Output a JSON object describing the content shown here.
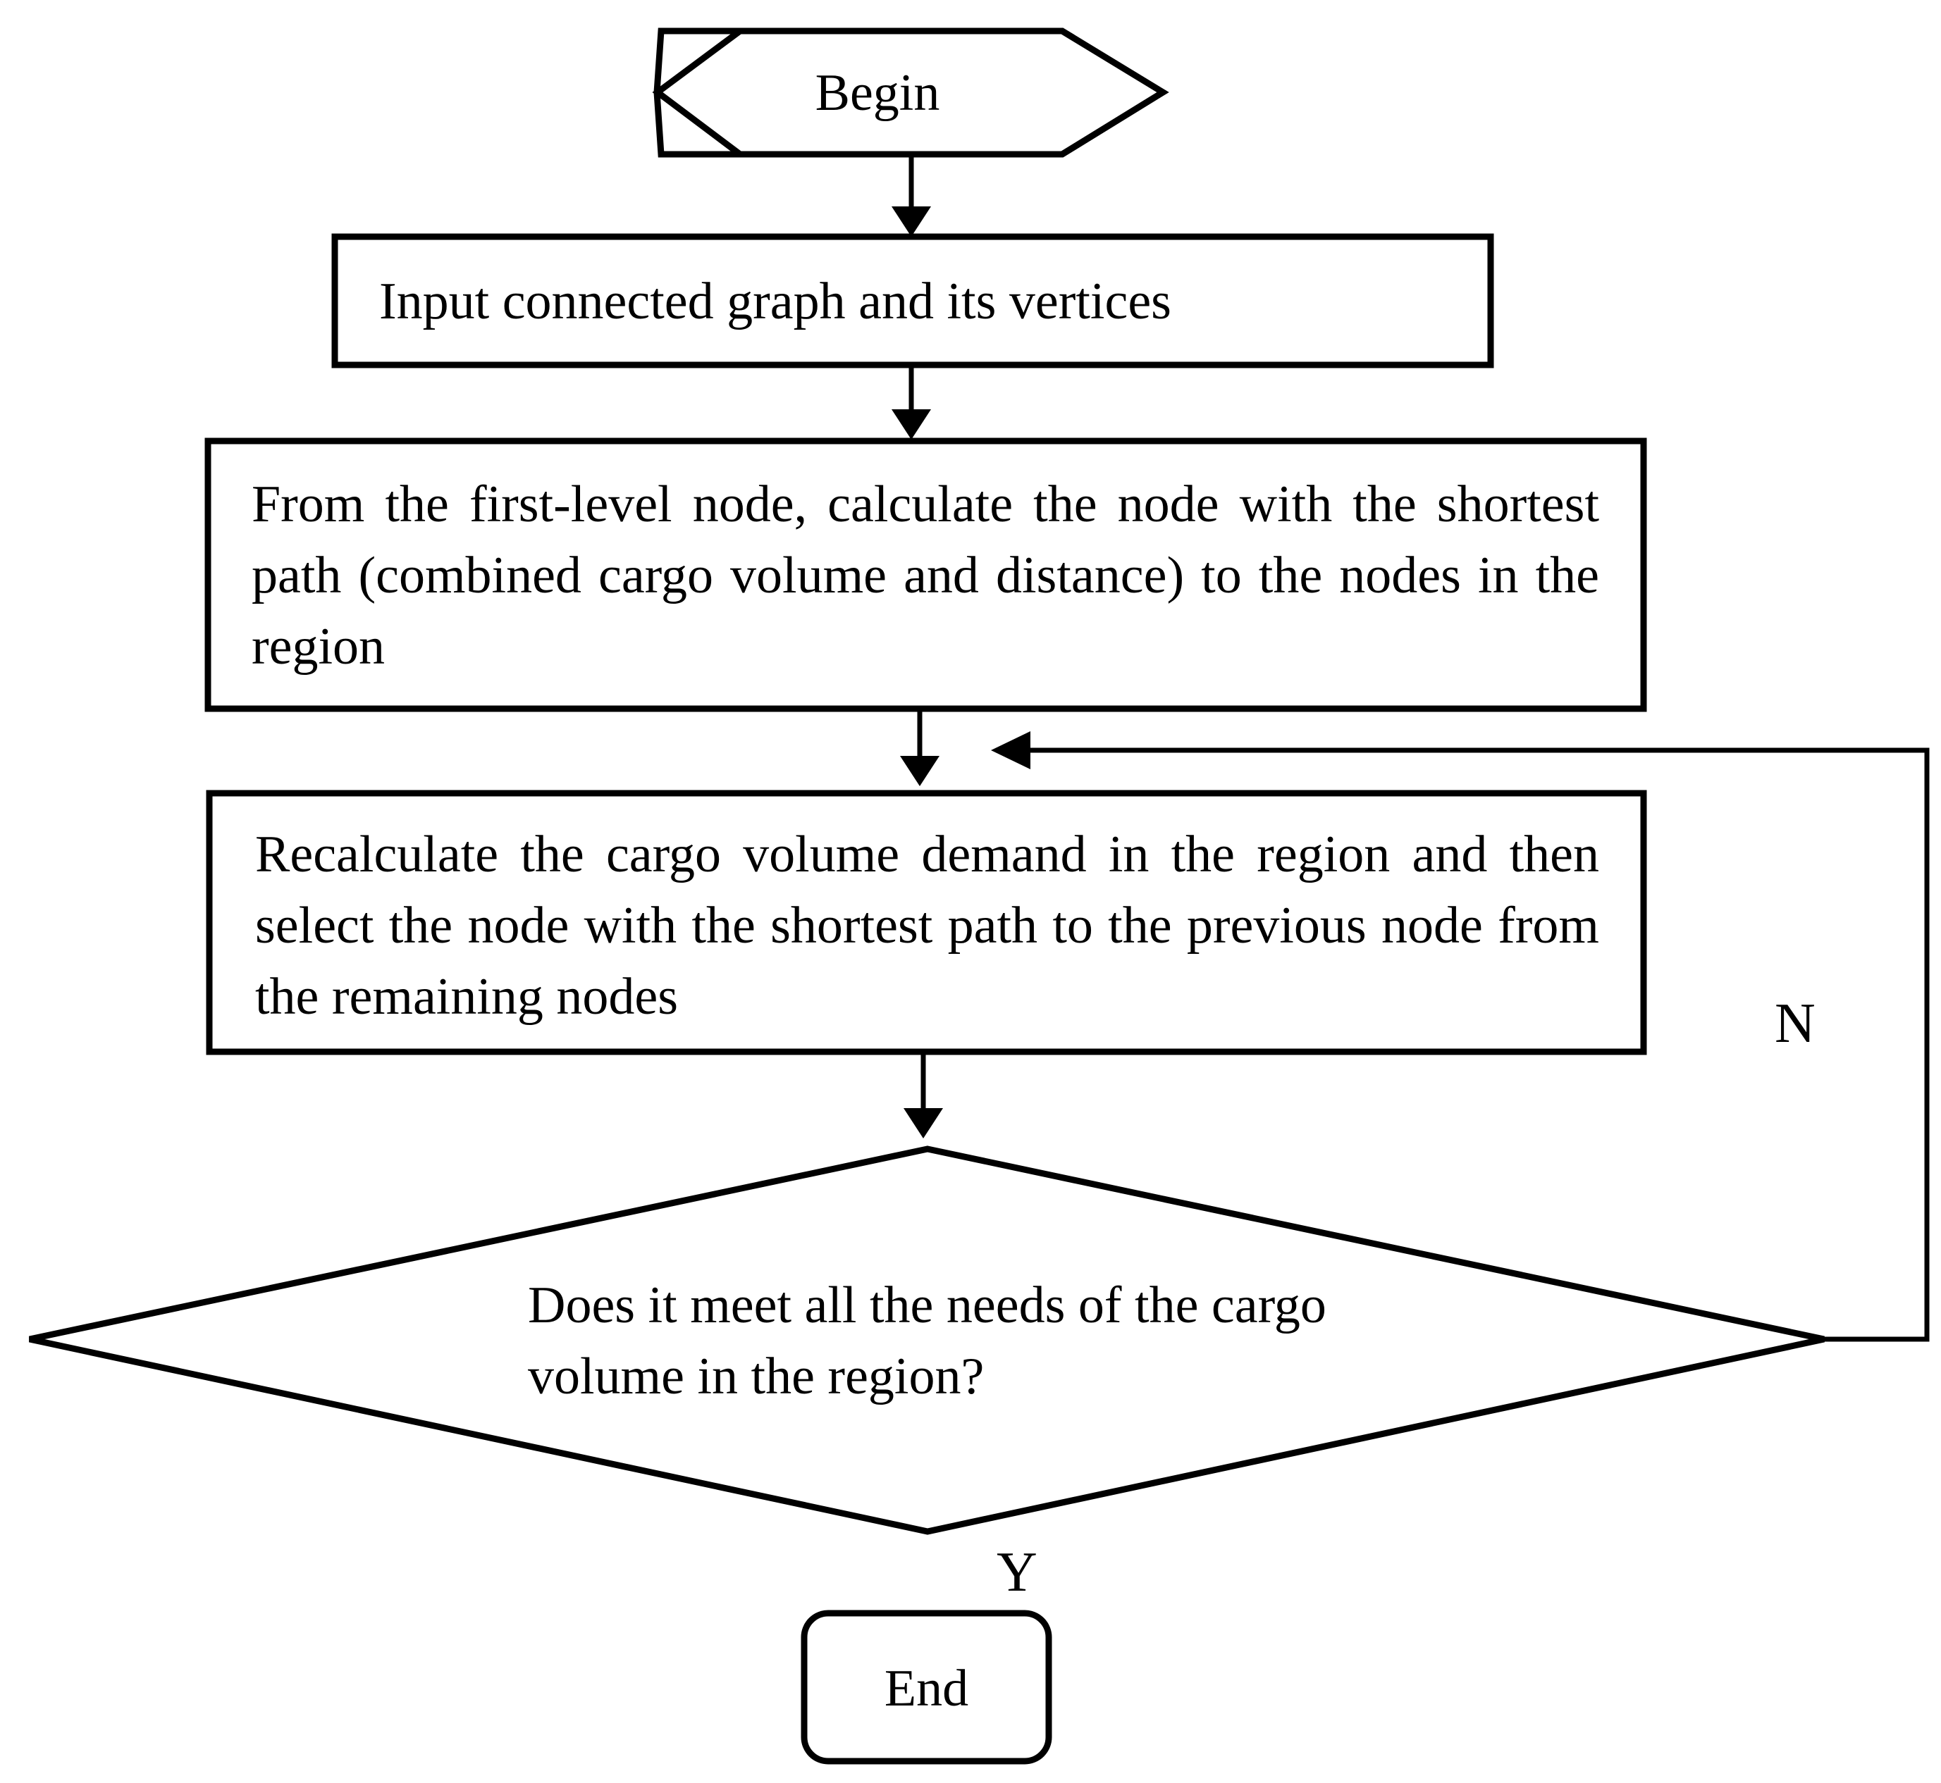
{
  "nodes": {
    "begin": "Begin",
    "input": "Input connected graph and its vertices",
    "first_level": "From the first-level node, calculate the node with the shortest path (combined cargo volume and distance) to the nodes in the region",
    "recalculate": "Recalculate the cargo volume demand in the region and then select the node with the shortest path to the previous node from the remaining nodes",
    "decision": "Does it meet all the needs of the cargo volume in the region?",
    "end": "End"
  },
  "branches": {
    "no": "N",
    "yes": "Y"
  },
  "colors": {
    "stroke": "#000000",
    "background": "#ffffff"
  }
}
